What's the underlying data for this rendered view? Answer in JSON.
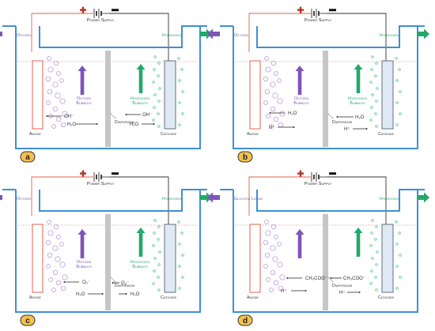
{
  "colors": {
    "tank": "#3f8fd6",
    "oxygen": "#7d54b8",
    "hydrogen": "#22a96a",
    "anode": "#e0614e",
    "cathode_fill": "#dfe9f4",
    "cathode_stroke": "#666f7a",
    "diaphragm": "#c6c6c6",
    "badge": "#f2c14e",
    "wire_red": "#e0614e",
    "wire_dark": "#333333"
  },
  "panels": [
    {
      "letter": "a",
      "power_supply": "Power Supply",
      "left_outlet": "Oxygen",
      "right_outlet": "Hydrogen",
      "anode": "Anode",
      "cathode": "Cathode",
      "diaphragm": "Diaphragm",
      "left_bubbles_label": [
        "Oxygen",
        "Bubbles"
      ],
      "right_bubbles_label": [
        "Hydrogen",
        "Bubbles"
      ],
      "ion_top": "OH⁻",
      "ion_top_side": "right",
      "ion_top_dir": "left",
      "ion_bottom": "H₂O",
      "ion_bottom_side": "left",
      "ion_bottom_dir": "right",
      "left_label_color": "oxygen",
      "left_arrow": true
    },
    {
      "letter": "b",
      "power_supply": "Power Supply",
      "left_outlet": "Oxygen",
      "right_outlet": "Hydrogen",
      "anode": "Anode",
      "cathode": "Cathode",
      "diaphragm": "Diaphragm",
      "left_bubbles_label": [
        "Oxygen",
        "Bubbles"
      ],
      "right_bubbles_label": [
        "Hydrogen",
        "Bubbles"
      ],
      "ion_top": "H₂O",
      "ion_top_side": "left",
      "ion_top_dir": "left",
      "ion_bottom": "H⁺",
      "ion_bottom_side": "left",
      "ion_bottom_dir": "right",
      "right_top_ion": "H₂O",
      "right_bottom_ion": "H⁺",
      "left_label_color": "oxygen",
      "left_arrow": true
    },
    {
      "letter": "c",
      "power_supply": "Power Supply",
      "left_outlet": "Oxygen",
      "right_outlet": "Hydrogen",
      "anode": "Anode",
      "cathode": "Cathode",
      "diaphragm": "Diaphragm",
      "left_bubbles_label": [
        "Oxygen",
        "Bubbles"
      ],
      "right_bubbles_label": [
        "Hydrogen",
        "Bubbles"
      ],
      "ion_top": "O₂⁻",
      "ion_top_side": "left",
      "ion_top_dir": "left",
      "ion_bottom": "H₂O",
      "ion_bottom_side": "left",
      "ion_bottom_dir": "right",
      "left_label_color": "oxygen",
      "left_arrow": true
    },
    {
      "letter": "d",
      "power_supply": "Power Supply",
      "left_outlet": "Glucose Lignin",
      "right_outlet": "Hydrogen",
      "anode": "Anode",
      "cathode": "Cathode",
      "diaphragm": "Diaphragm",
      "left_bubbles_label": null,
      "right_bubbles_label": null,
      "ion_top": "CH₃COO⁻",
      "ion_top_side": "left",
      "ion_top_dir": "left",
      "ion_bottom": "H⁺",
      "ion_bottom_side": "left",
      "ion_bottom_dir": "right",
      "right_top_ion": "CH₃COO⁻",
      "right_bottom_ion": "H⁺",
      "left_label_color": "oxygen",
      "left_arrow": true
    }
  ]
}
